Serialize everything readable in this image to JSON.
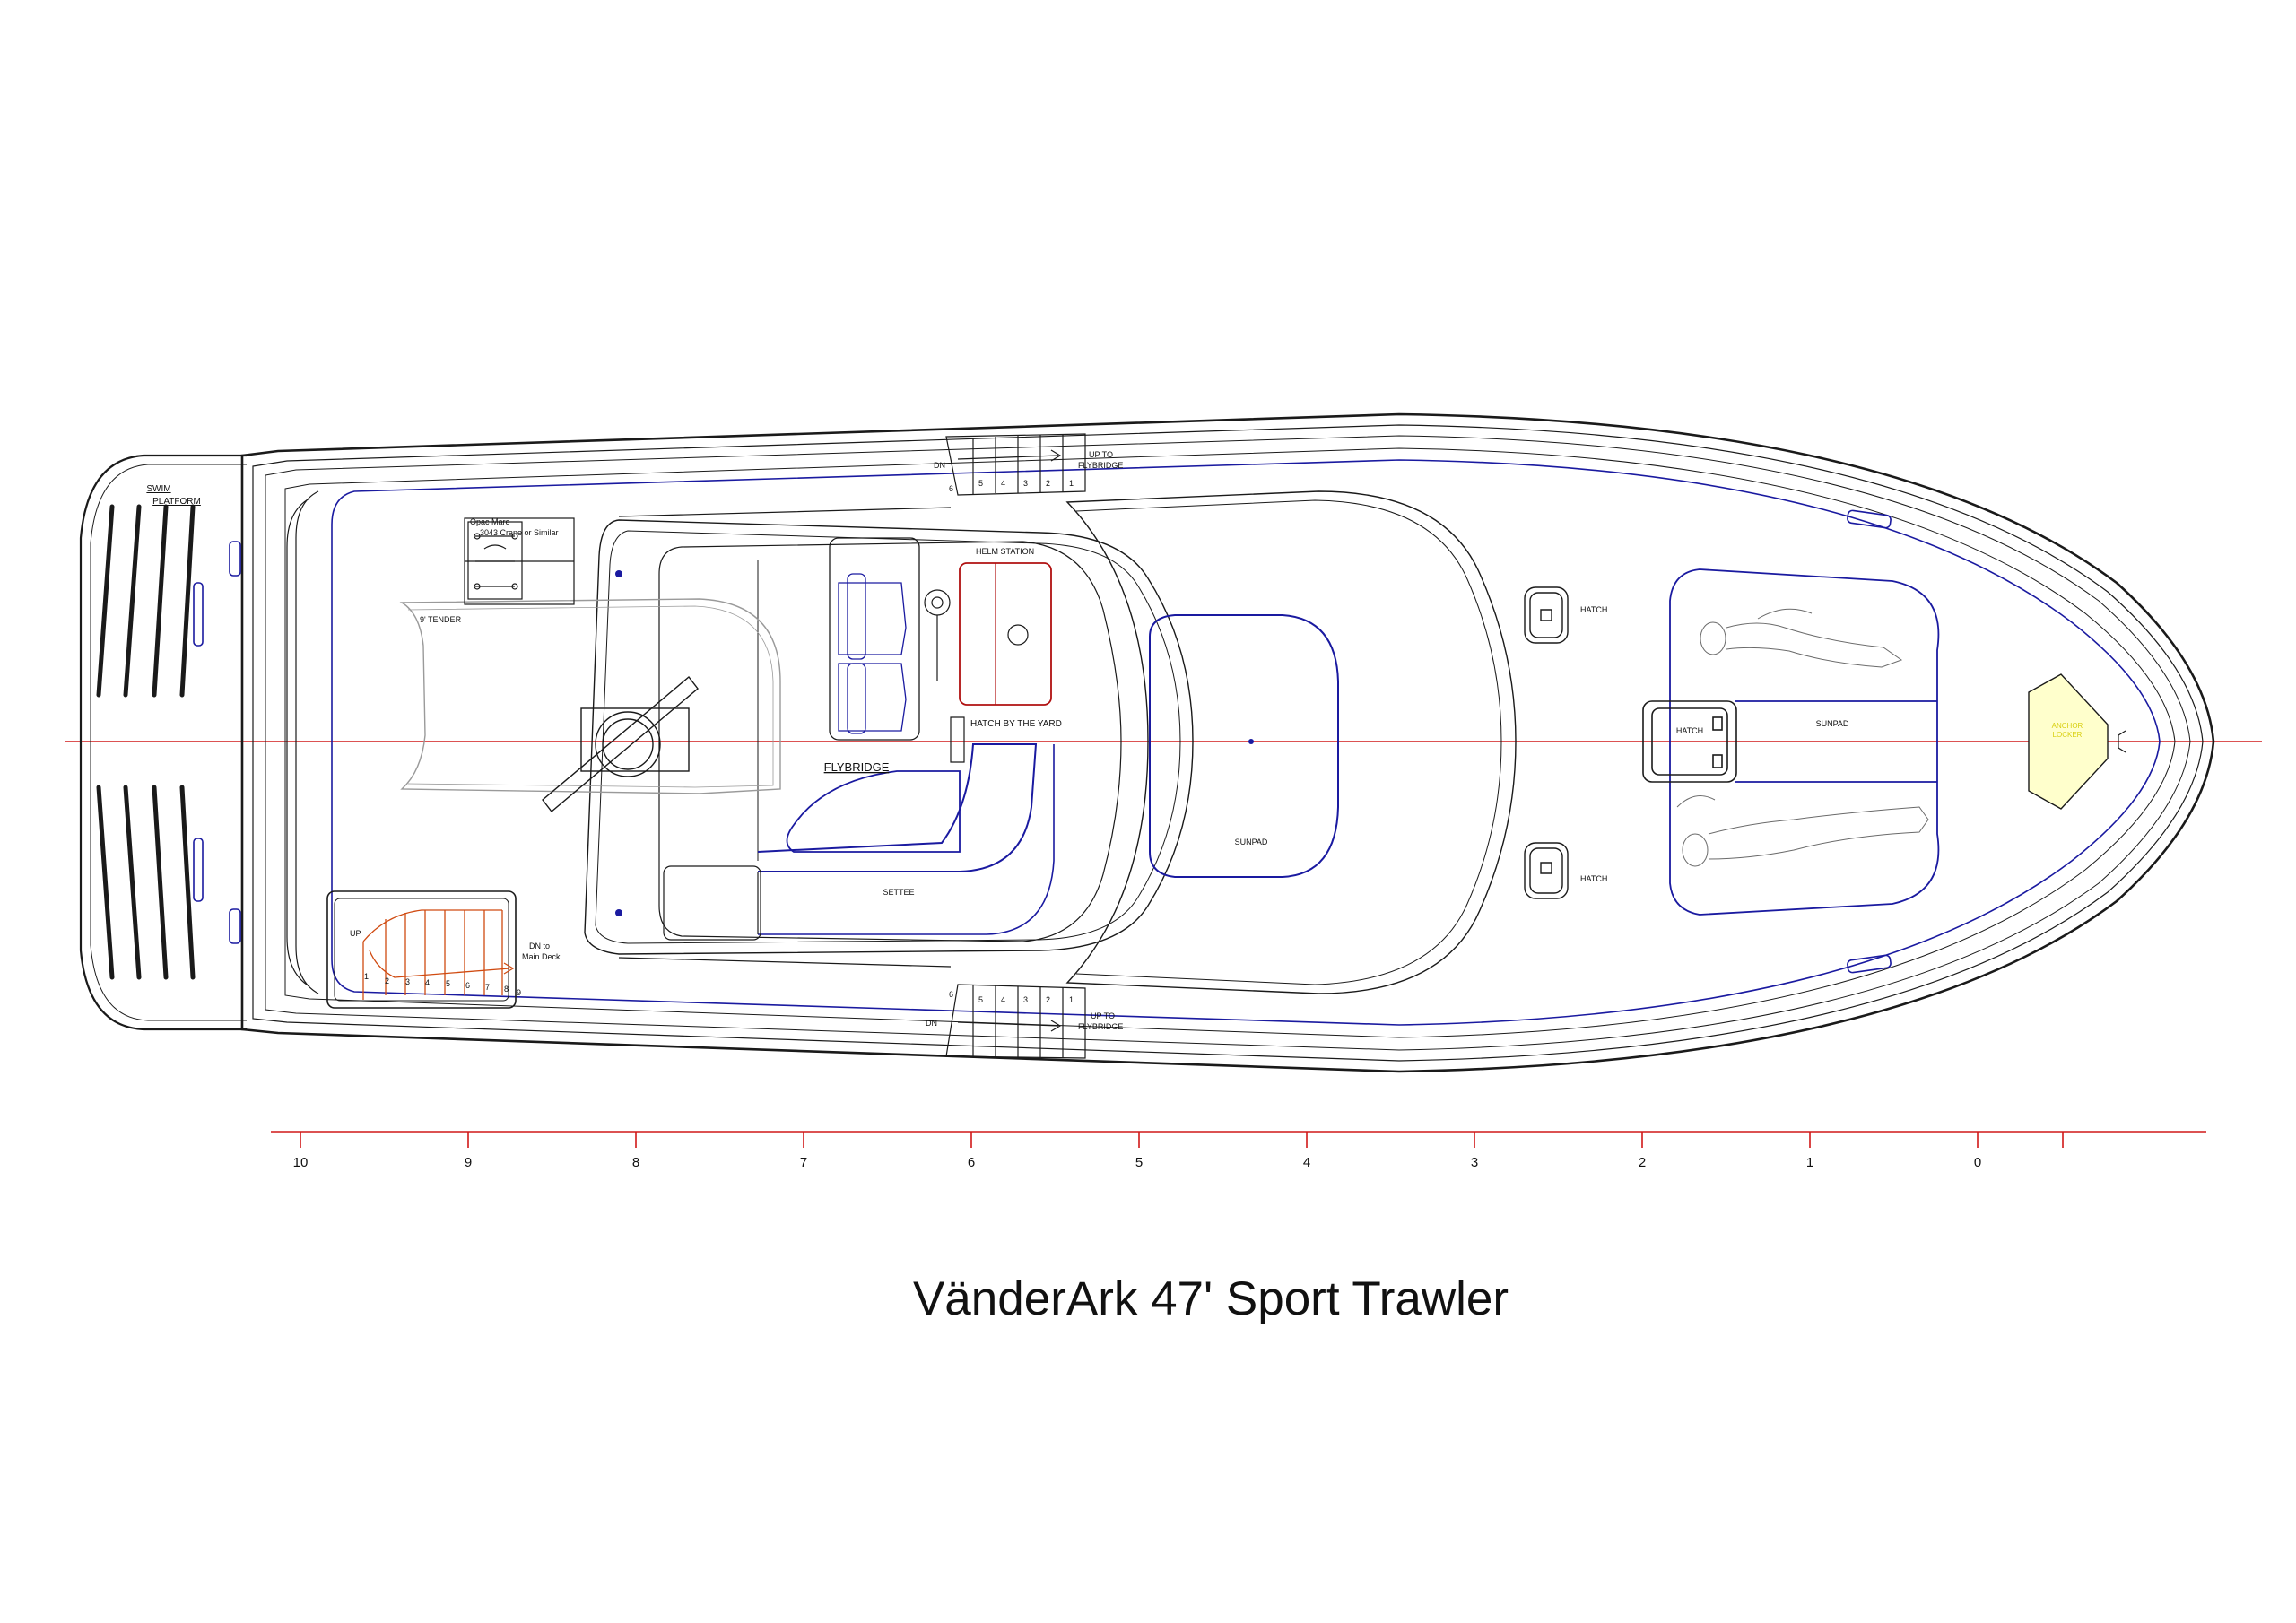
{
  "title": "VänderArk 47' Sport Trawler",
  "labels": {
    "swim_platform_line1": "SWIM",
    "swim_platform_line2": "PLATFORM",
    "crane_line1": "Opac Mare",
    "crane_line2": "3043 Crane or Similar",
    "tender": "9' TENDER",
    "helm_station": "HELM STATION",
    "hatch_by_yard": "HATCH BY THE YARD",
    "flybridge": "FLYBRIDGE",
    "settee": "SETTEE",
    "sunpad_center": "SUNPAD",
    "hatch_upper": "HATCH",
    "hatch_lower": "HATCH",
    "hatch_center": "HATCH",
    "sunpad_bow": "SUNPAD",
    "anchor_line1": "ANCHOR",
    "anchor_line2": "LOCKER",
    "up": "UP",
    "dn_main_line1": "DN to",
    "dn_main_line2": "Main Deck",
    "dn_top": "DN",
    "up_top_line1": "UP TO",
    "up_top_line2": "FLYBRIDGE",
    "dn_bottom": "DN",
    "up_bottom_line1": "UP TO",
    "up_bottom_line2": "FLYBRIDGE"
  },
  "stairs_main": [
    "1",
    "2",
    "3",
    "4",
    "5",
    "6",
    "7",
    "8",
    "9"
  ],
  "stairs_top": [
    "6",
    "5",
    "4",
    "3",
    "2",
    "1"
  ],
  "stairs_bottom": [
    "6",
    "5",
    "4",
    "3",
    "2",
    "1"
  ],
  "scale": [
    "10",
    "9",
    "8",
    "7",
    "6",
    "5",
    "4",
    "3",
    "2",
    "1",
    "0"
  ],
  "colors": {
    "hull_line": "#1a1a1a",
    "deck_line": "#1a1aa0",
    "centerline": "#d01818",
    "helm_red": "#b01010",
    "stair_orange": "#d04a10",
    "anchor_yellow": "#e8e020"
  }
}
